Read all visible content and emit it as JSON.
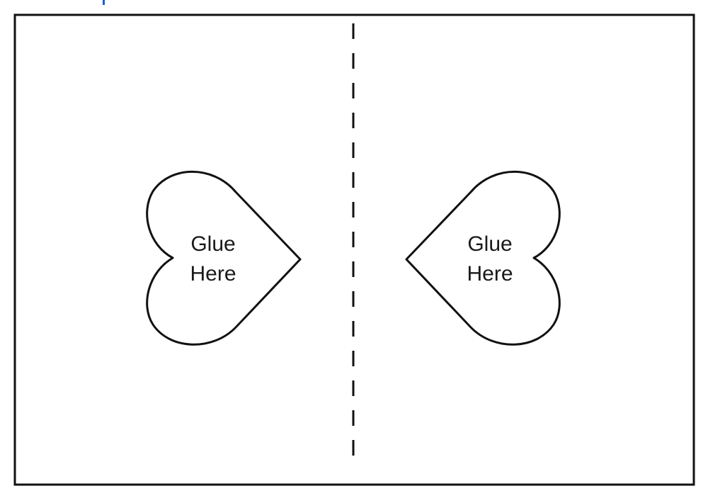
{
  "template": {
    "left_heart": {
      "label_line1": "Glue",
      "label_line2": "Here"
    },
    "right_heart": {
      "label_line1": "Glue",
      "label_line2": "Here"
    }
  },
  "colors": {
    "stroke": "#111111",
    "background": "#ffffff",
    "top_fragment": "#1a5fd1"
  }
}
